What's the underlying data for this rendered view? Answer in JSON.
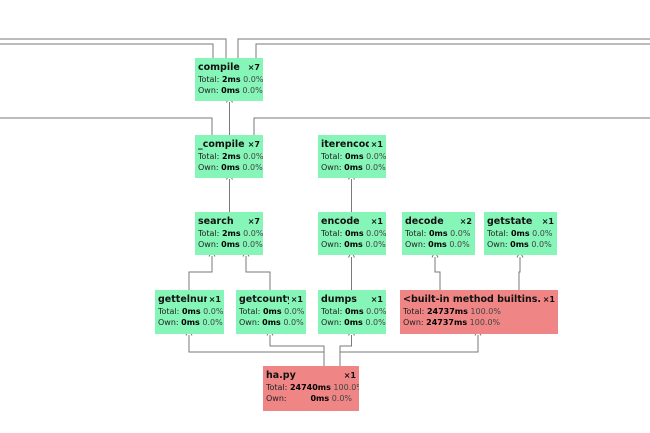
{
  "labels": {
    "total": "Total:",
    "own": "Own:"
  },
  "nodes": {
    "compile": {
      "name": "compile",
      "count": "×7",
      "total": "2ms",
      "total_pct": "0.0%",
      "own": "0ms",
      "own_pct": "0.0%"
    },
    "_compile": {
      "name": "_compile",
      "count": "×7",
      "total": "2ms",
      "total_pct": "0.0%",
      "own": "0ms",
      "own_pct": "0.0%"
    },
    "iterencode": {
      "name": "iterencode",
      "count": "×1",
      "total": "0ms",
      "total_pct": "0.0%",
      "own": "0ms",
      "own_pct": "0.0%"
    },
    "search": {
      "name": "search",
      "count": "×7",
      "total": "2ms",
      "total_pct": "0.0%",
      "own": "0ms",
      "own_pct": "0.0%"
    },
    "encode": {
      "name": "encode",
      "count": "×1",
      "total": "0ms",
      "total_pct": "0.0%",
      "own": "0ms",
      "own_pct": "0.0%"
    },
    "decode": {
      "name": "decode",
      "count": "×2",
      "total": "0ms",
      "total_pct": "0.0%",
      "own": "0ms",
      "own_pct": "0.0%"
    },
    "getstate": {
      "name": "getstate",
      "count": "×1",
      "total": "0ms",
      "total_pct": "0.0%",
      "own": "0ms",
      "own_pct": "0.0%"
    },
    "gettelnum": {
      "name": "gettelnum",
      "count": "×1",
      "total": "0ms",
      "total_pct": "0.0%",
      "own": "0ms",
      "own_pct": "0.0%"
    },
    "getcounty": {
      "name": "getcounty",
      "count": "×1",
      "total": "0ms",
      "total_pct": "0.0%",
      "own": "0ms",
      "own_pct": "0.0%"
    },
    "dumps": {
      "name": "dumps",
      "count": "×1",
      "total": "0ms",
      "total_pct": "0.0%",
      "own": "0ms",
      "own_pct": "0.0%"
    },
    "builtin": {
      "name": "<built-in method builtins.input>",
      "count": "×1",
      "total": "24737ms",
      "total_pct": "100.0%",
      "own": "24737ms",
      "own_pct": "100.0%"
    },
    "hapy": {
      "name": "ha.py",
      "count": "×1",
      "total": "24740ms",
      "total_pct": "100.0%",
      "own": "0ms",
      "own_pct": "0.0%"
    }
  },
  "colors": {
    "normal_node": "#86f5b8",
    "hot_node": "#f08585",
    "edge": "#7a7a7a"
  }
}
